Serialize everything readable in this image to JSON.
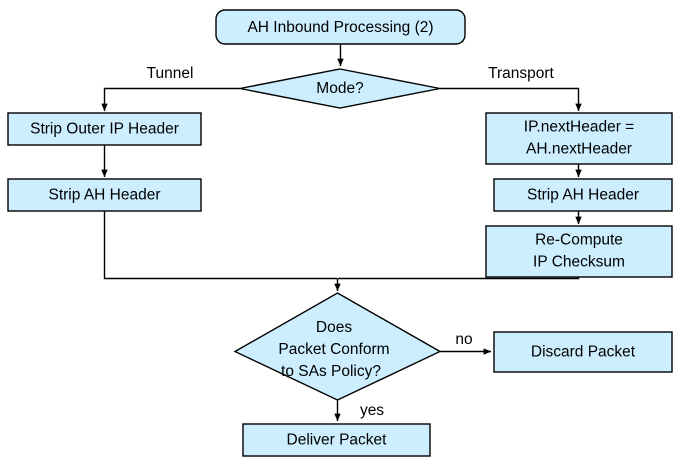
{
  "diagram": {
    "title": "AH Inbound Processing (2)",
    "type": "flowchart",
    "fill_color": "#cceeff",
    "stroke_color": "#000000",
    "background_color": "#ffffff",
    "nodes": {
      "start": {
        "label": "AH Inbound Processing (2)",
        "shape": "rounded-rectangle"
      },
      "mode_decision": {
        "label": "Mode?",
        "shape": "diamond"
      },
      "strip_outer_ip_header": {
        "label": "Strip Outer IP Header",
        "shape": "rectangle"
      },
      "strip_ah_header_tunnel": {
        "label": "Strip AH Header",
        "shape": "rectangle"
      },
      "ip_next_header": {
        "line1": "IP.nextHeader =",
        "line2": "AH.nextHeader",
        "shape": "rectangle"
      },
      "strip_ah_header_transport": {
        "label": "Strip AH Header",
        "shape": "rectangle"
      },
      "recompute_checksum": {
        "line1": "Re-Compute",
        "line2": "IP Checksum",
        "shape": "rectangle"
      },
      "policy_decision": {
        "line1": "Does",
        "line2": "Packet Conform",
        "line3": "to SAs Policy?",
        "shape": "diamond"
      },
      "discard_packet": {
        "label": "Discard Packet",
        "shape": "rectangle"
      },
      "deliver_packet": {
        "label": "Deliver Packet",
        "shape": "rectangle"
      }
    },
    "edge_labels": {
      "tunnel": "Tunnel",
      "transport": "Transport",
      "no": "no",
      "yes": "yes"
    }
  }
}
